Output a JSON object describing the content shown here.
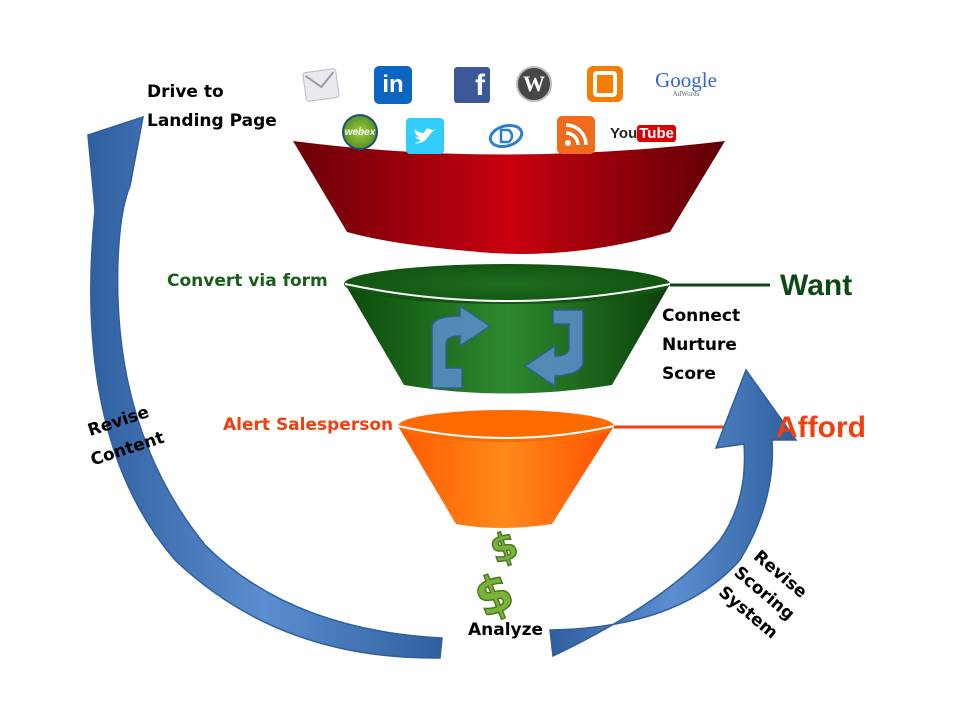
{
  "stages": {
    "top_label": "Drive to\nLanding Page",
    "middle_label": "Convert via form",
    "bottom_label": "Alert Salesperson",
    "nurture_label": "Connect\nNurture\nScore",
    "analyze_label": "Analyze"
  },
  "qualifiers": {
    "want": "Want",
    "afford": "Afford"
  },
  "loops": {
    "left": "Revise\nContent",
    "right": "Revise\nScoring\nSystem"
  },
  "icons": {
    "linkedin": "in",
    "facebook": "f",
    "wordpress": "W",
    "google": "Google",
    "google_sub": "AdWords",
    "webex": "webex",
    "youtube_you": "You",
    "youtube_tube": "Tube"
  },
  "colors": {
    "top_funnel": "#b0000d",
    "middle_funnel": "#1d7a1d",
    "bottom_funnel": "#ff6a00",
    "want": "#0c4a14",
    "afford": "#f0400f",
    "arrow": "#3f73b7"
  }
}
